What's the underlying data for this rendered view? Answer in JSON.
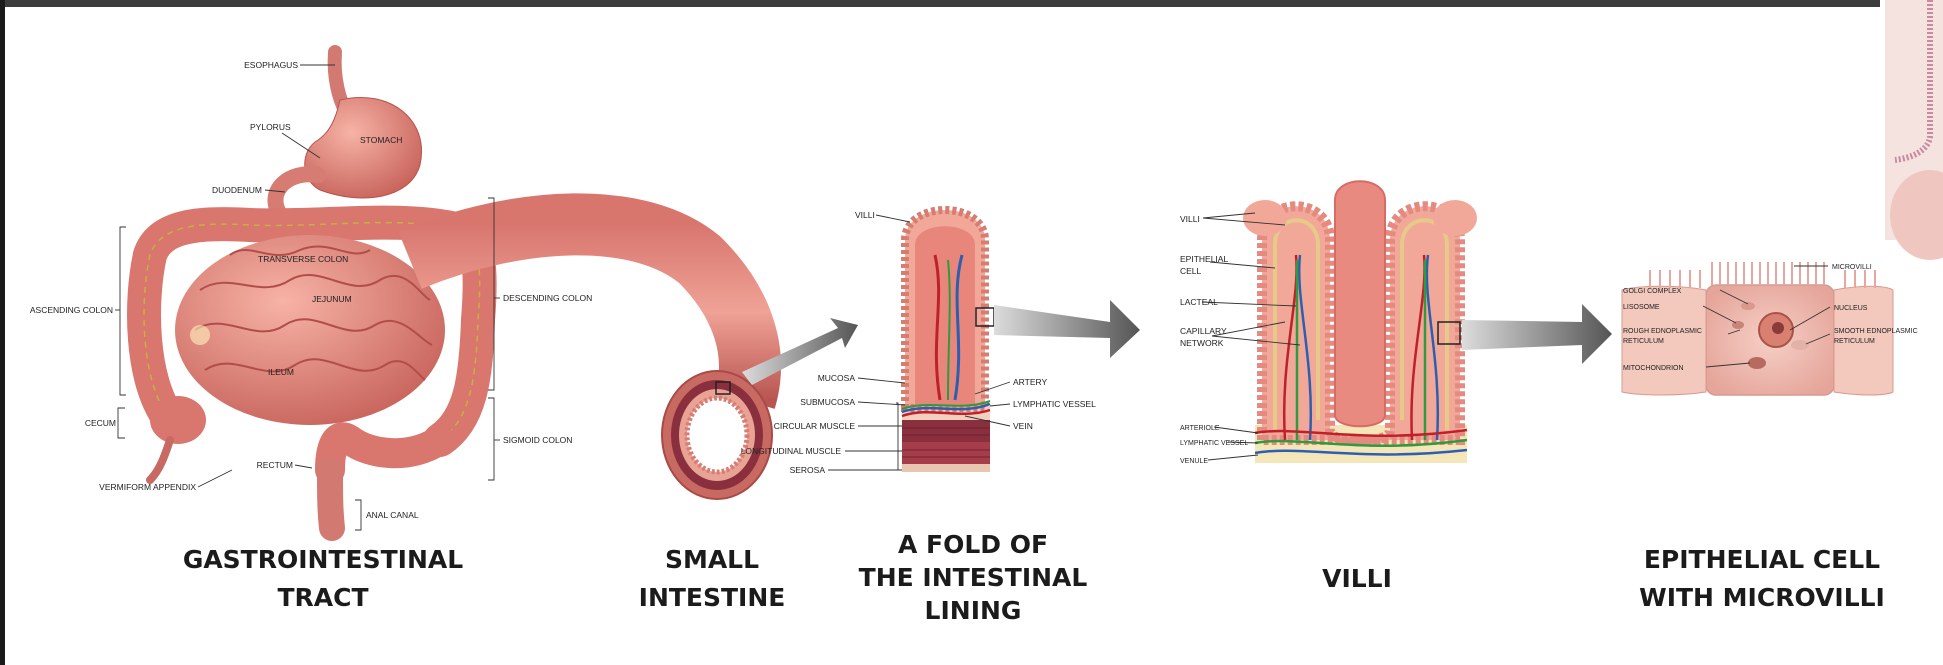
{
  "panels": {
    "gi": {
      "title_lines": [
        "GASTROINTESTINAL",
        "TRACT"
      ],
      "labels": {
        "esophagus": "ESOPHAGUS",
        "pylorus": "PYLORUS",
        "stomach": "STOMACH",
        "duodenum": "DUODENUM",
        "transverse_colon": "TRANSVERSE COLON",
        "jejunum": "JEJUNUM",
        "ascending_colon": "ASCENDING COLON",
        "descending_colon": "DESCENDING COLON",
        "ileum": "ILEUM",
        "cecum": "CECUM",
        "sigmoid_colon": "SIGMOID COLON",
        "rectum": "RECTUM",
        "vermiform_appendix": "VERMIFORM APPENDIX",
        "anal_canal": "ANAL CANAL"
      }
    },
    "small_intestine": {
      "title_lines": [
        "SMALL",
        "INTESTINE"
      ],
      "labels": {
        "mucosa": "MUCOSA",
        "submucosa": "SUBMUCOSA",
        "circular_muscle": "CIRCULAR MUSCLE",
        "longitudinal_muscle": "LONGITUDINAL MUSCLE",
        "serosa": "SEROSA"
      }
    },
    "fold": {
      "title_lines": [
        "A FOLD OF",
        "THE INTESTINAL",
        "LINING"
      ],
      "labels": {
        "villi": "VILLI",
        "artery": "ARTERY",
        "lymphatic_vessel": "LYMPHATIC VESSEL",
        "vein": "VEIN"
      }
    },
    "villi": {
      "title_lines": [
        "VILLI"
      ],
      "labels": {
        "villi": "VILLI",
        "epithelial_cell_1": "EPITHELIAL",
        "epithelial_cell_2": "CELL",
        "lacteal": "LACTEAL",
        "capillary_1": "CAPILLARY",
        "capillary_2": "NETWORK",
        "arteriole": "ARTERIOLE",
        "lymphatic_vessel": "LYMPHATIC VESSEL",
        "venule": "VENULE"
      }
    },
    "cell": {
      "title_lines": [
        "EPITHELIAL CELL",
        "WITH MICROVILLI"
      ],
      "labels": {
        "golgi": "GOLGI COMPLEX",
        "lisosome": "LISOSOME",
        "rough_er_1": "ROUGH EDNOPLASMIC",
        "rough_er_2": "RETICULUM",
        "mitochondrion": "MITOCHONDRION",
        "microvilli": "MICROVILLI",
        "nucleus": "NUCLEUS",
        "smooth_er_1": "SMOOTH EDNOPLASMIC",
        "smooth_er_2": "RETICULUM"
      }
    }
  },
  "colors": {
    "tissue": "#e58a80",
    "tissue_dark": "#b8524c",
    "tissue_light": "#f6c4b8",
    "muscle": "#8a2f3e",
    "artery": "#c0202a",
    "vein": "#2d5fb0",
    "lymph": "#2f9a3e",
    "arrow": "#555555"
  }
}
